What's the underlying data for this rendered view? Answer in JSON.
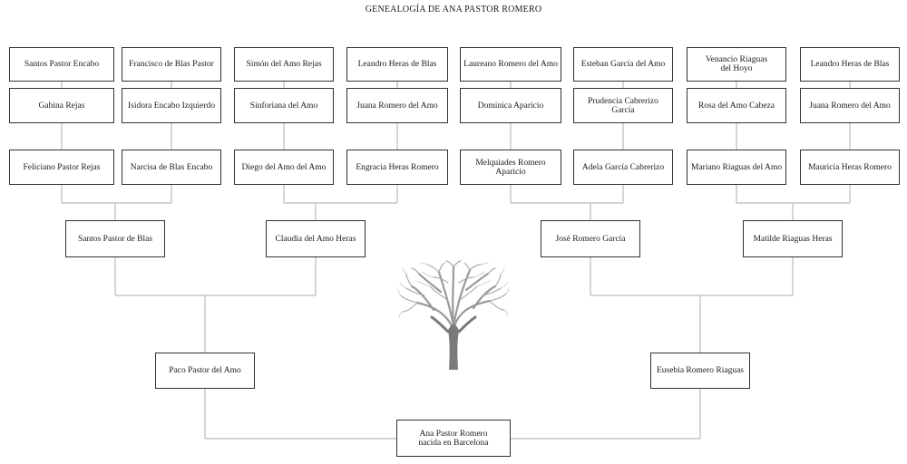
{
  "title": "GENEALOGÍA DE ANA PASTOR ROMERO",
  "colors": {
    "box_border": "#333333",
    "connector": "#bbbbbb",
    "tree_trunk": "#7a7a7a",
    "tree_branches": "#9a9a9a"
  },
  "icons": {
    "tree": "tree-icon"
  },
  "root": {
    "name": "Ana Pastor Romero\nnacida en Barcelona"
  },
  "parents": {
    "father": "Paco Pastor del Amo",
    "mother": "Eusebia Romero Riaguas"
  },
  "grandparents": [
    "Santos Pastor de Blas",
    "Claudia del Amo Heras",
    "José Romero García",
    "Matilde Riaguas Heras"
  ],
  "great_grandparents": [
    "Feliciano Pastor Rejas",
    "Narcisa de Blas Encabo",
    "Diego del Amo del Amo",
    "Engracia Heras Romero",
    "Melquiades Romero\nAparicio",
    "Adela García Cabrerizo",
    "Mariano Riaguas del Amo",
    "Mauricia Heras Romero"
  ],
  "great_great_grandmothers": [
    "Gabina Rejas",
    "Isidora Encabo Izquierdo",
    "Sinforiana del Amo",
    "Juana Romero del Amo",
    "Dominica Aparicio",
    "Prudencia Cabrerizo García",
    "Rosa del Amo Cabeza",
    "Juana Romero del Amo"
  ],
  "great_great_grandfathers": [
    "Santos Pastor Encabo",
    "Francisco de Blas Pastor",
    "Simón del Amo Rejas",
    "Leandro Heras de Blas",
    "Laureano Romero del Amo",
    "Esteban García del Amo",
    "Venancio Riaguas\ndel Hoyo",
    "Leandro Heras de Blas"
  ]
}
